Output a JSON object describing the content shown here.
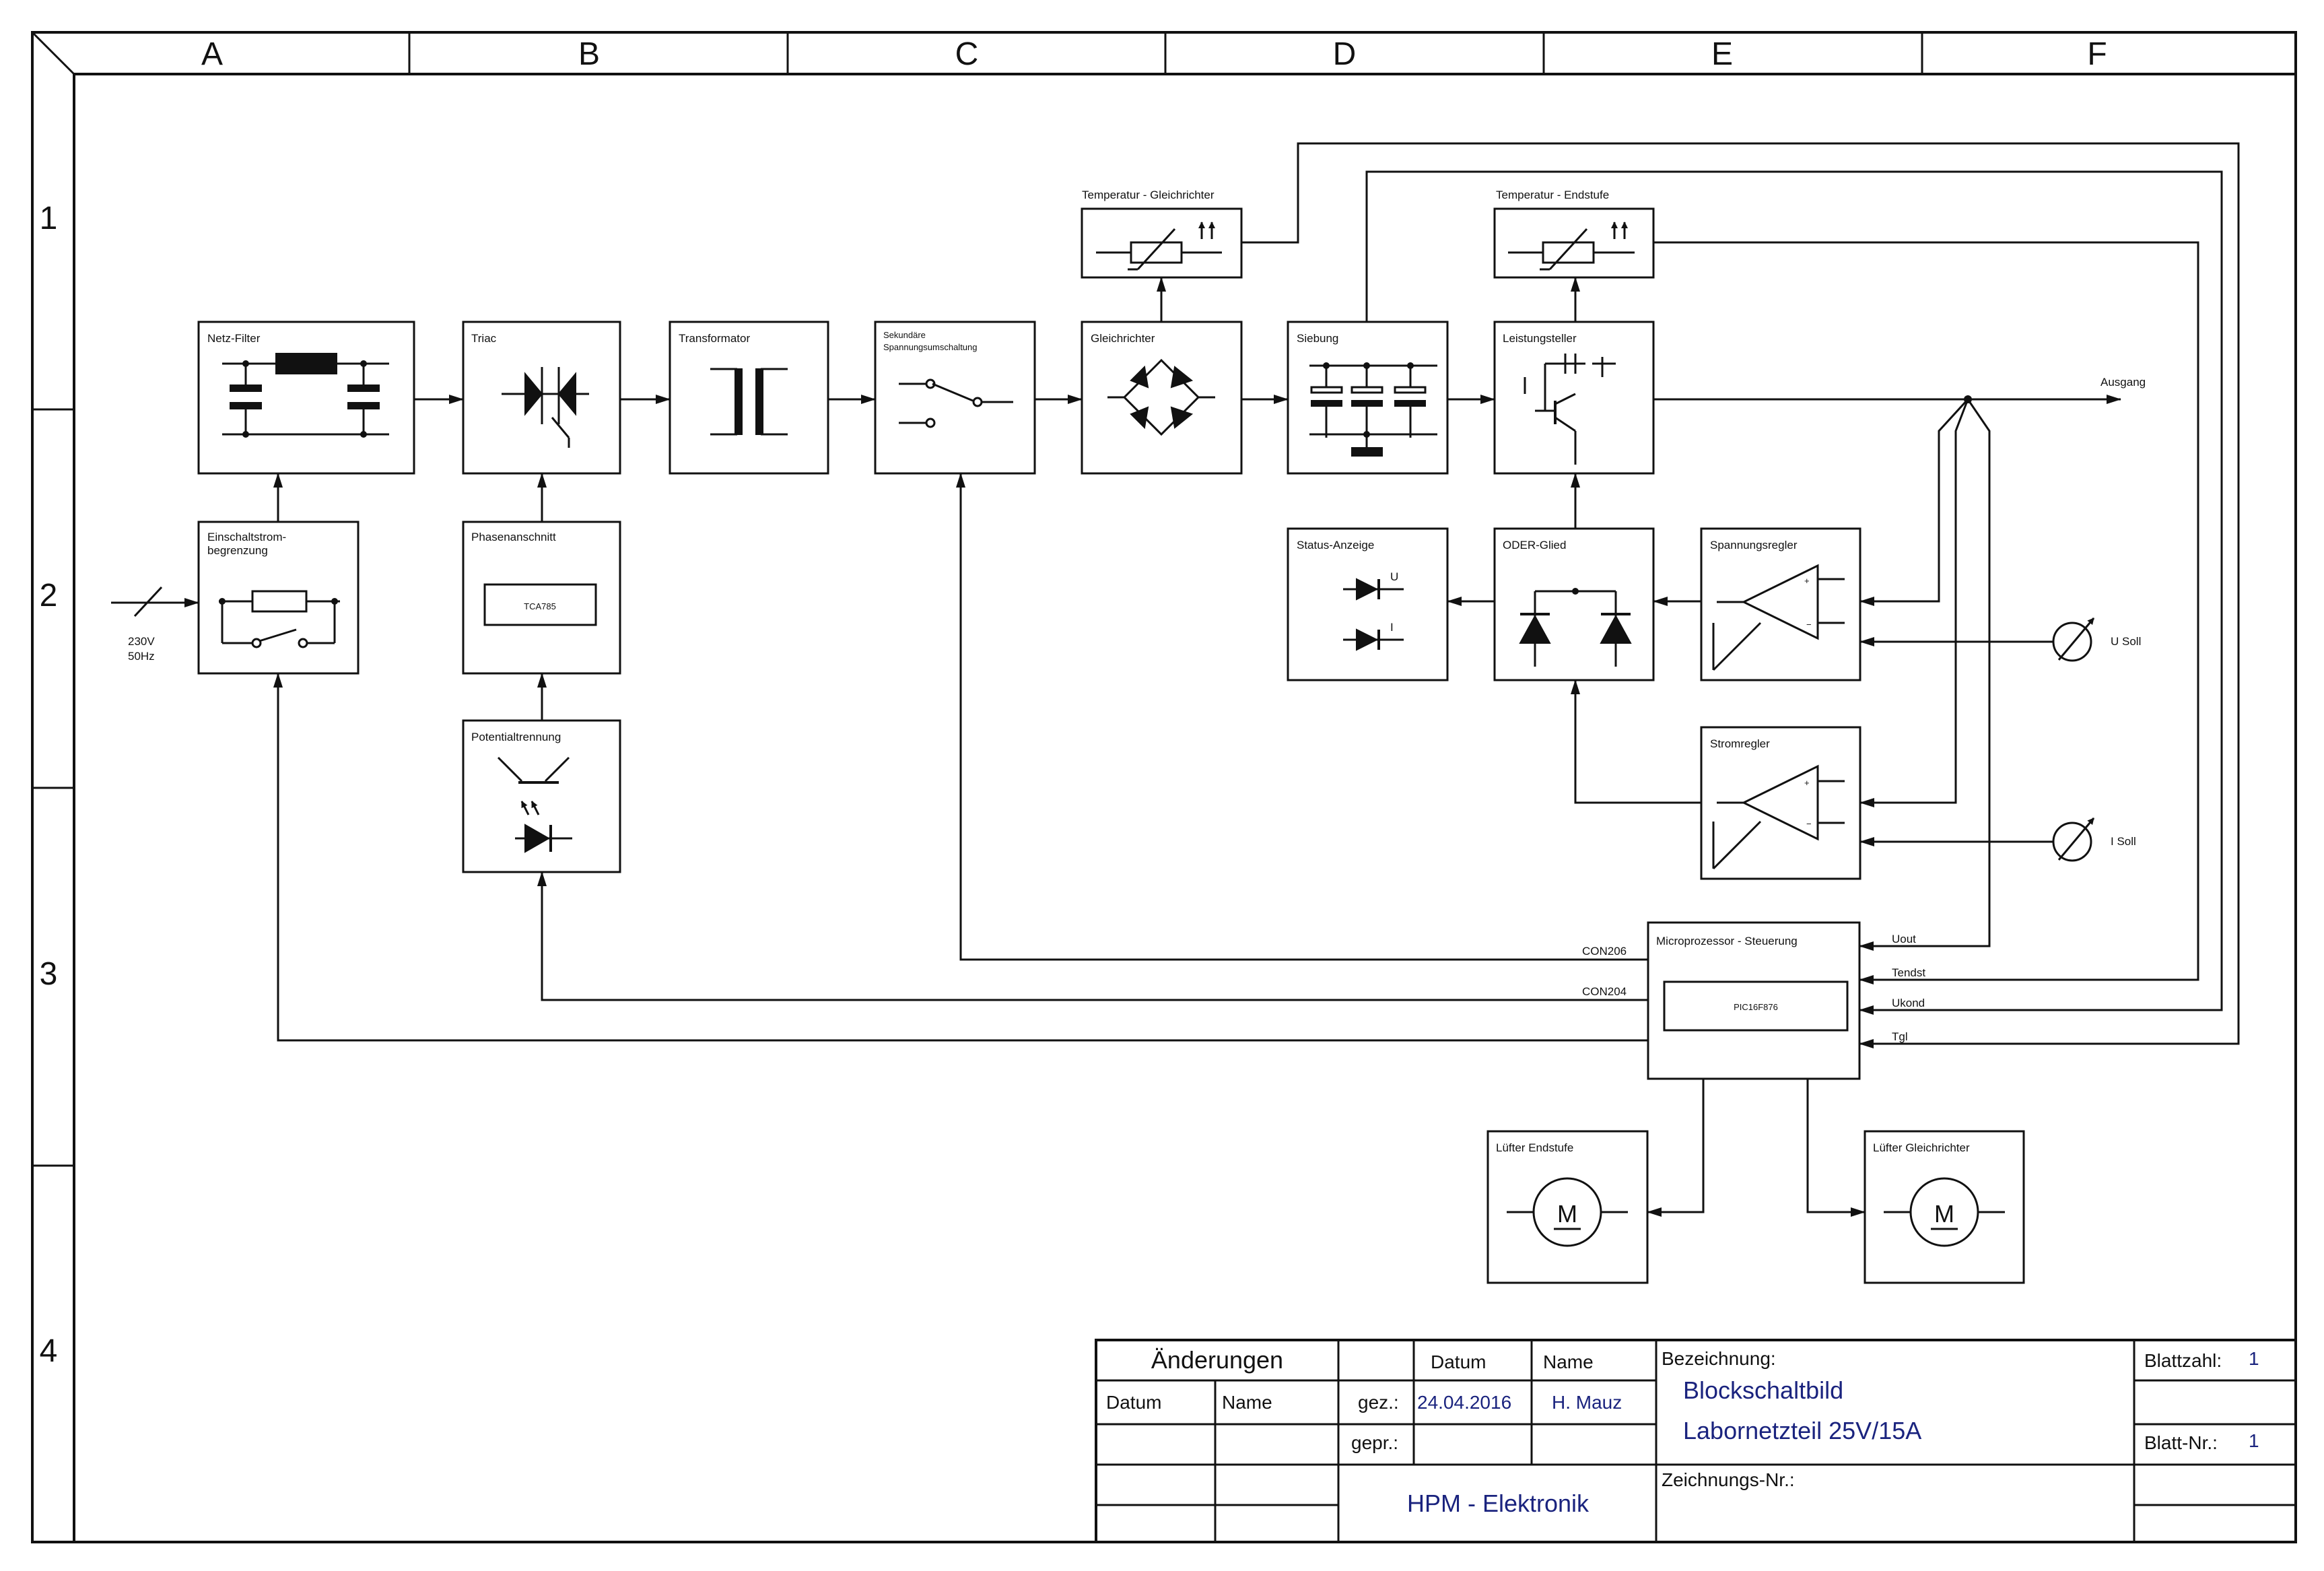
{
  "grid": {
    "columns": [
      "A",
      "B",
      "C",
      "D",
      "E",
      "F"
    ],
    "rows": [
      "1",
      "2",
      "3",
      "4"
    ]
  },
  "blocks": {
    "netz_filter": "Netz-Filter",
    "triac": "Triac",
    "transformator": "Transformator",
    "sekundaer_1": "Sekundäre",
    "sekundaer_2": "Spannungsumschaltung",
    "gleichrichter": "Gleichrichter",
    "siebung": "Siebung",
    "leistungsteller": "Leistungsteller",
    "temp_gleichrichter": "Temperatur - Gleichrichter",
    "temp_endstufe": "Temperatur - Endstufe",
    "einschalt_1": "Einschaltstrom-",
    "einschalt_2": "begrenzung",
    "phasenanschnitt": "Phasenanschnitt",
    "tca785": "TCA785",
    "potentialtrennung": "Potentialtrennung",
    "status_anzeige": "Status-Anzeige",
    "status_u": "U",
    "status_i": "I",
    "oder_glied": "ODER-Glied",
    "spannungsregler": "Spannungsregler",
    "stromregler": "Stromregler",
    "micro": "Microprozessor - Steuerung",
    "pic": "PIC16F876",
    "luefter_endstufe": "Lüfter Endstufe",
    "luefter_gleichrichter": "Lüfter Gleichrichter",
    "motor": "M"
  },
  "signals": {
    "input_1": "230V",
    "input_2": "50Hz",
    "ausgang": "Ausgang",
    "u_soll": "U Soll",
    "i_soll": "I Soll",
    "con206": "CON206",
    "con204": "CON204",
    "uout": "Uout",
    "tendst": "Tendst",
    "ukond": "Ukond",
    "tgl": "Tgl"
  },
  "titleblock": {
    "aenderungen": "Änderungen",
    "datum": "Datum",
    "name": "Name",
    "datum2": "Datum",
    "name2": "Name",
    "gez": "gez.:",
    "gez_datum": "24.04.2016",
    "gez_name": "H. Mauz",
    "gepr": "gepr.:",
    "company": "HPM - Elektronik",
    "bezeichnung": "Bezeichnung:",
    "title_1": "Blockschaltbild",
    "title_2": "Labornetzteil 25V/15A",
    "zeichnungs_nr": "Zeichnungs-Nr.:",
    "blattzahl": "Blattzahl:",
    "blattzahl_val": "1",
    "blatt_nr": "Blatt-Nr.:",
    "blatt_nr_val": "1"
  },
  "colors": {
    "line": "#111111",
    "title_blue": "#1a237e"
  }
}
